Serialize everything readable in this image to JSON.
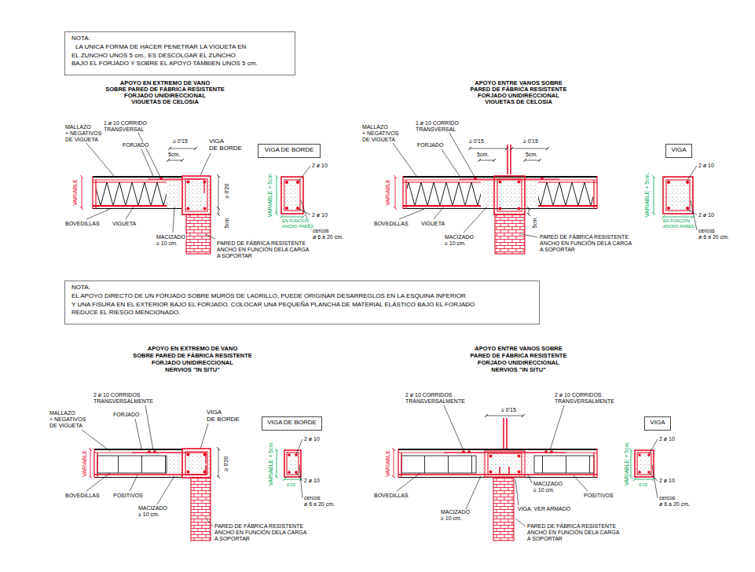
{
  "diagram": {
    "nodes": [
      {
        "text": [
          "NOTA:",
          "LA UNICA FORMA DE HACER PENETRAR LA VIGUETA EN",
          "EL ZUNCHO UNOS 5 cm., ES DESCOLGAR EL ZUNCHO",
          "BAJO EL FORJADO Y SOBRE EL APOYO TAMBIEN UNOS 5 cm."
        ]
      },
      {
        "text": [
          "VIGA DE BORDE"
        ]
      },
      {
        "text": [
          "VIGA"
        ]
      },
      {
        "text": [
          "NOTA:",
          "EL APOYO DIRECTO DE UN FORJADO SOBRE MUROS DE LADRILLO, PUEDE ORIGINAR DESARREGLOS EN LA ESQUINA INFERIOR",
          "Y UNA FISURA EN EL EXTERIOR BAJO EL FORJADO. COLOCAR UNA PEQUEÑA PLANCHA DE MATERIAL ELÁSTICO BAJO EL FORJADO",
          "REDUCE EL RIESGO MENCIONADO."
        ]
      },
      {
        "text": [
          "VIGA DE BORDE"
        ]
      },
      {
        "text": [
          "VIGA"
        ]
      }
    ],
    "labels": [
      "APOYO EN EXTREMO DE VANO",
      "SOBRE PARED DE FÁBRICA RESISTENTE",
      "FORJADO UNIDIRECCIONAL",
      "VIGUETAS DE CELOSIA",
      "MALLAZO",
      "+ NEGATIVOS",
      "DE VIGUETA",
      "1 ø 10 CORRIDO",
      "TRANSVERSAL",
      "FORJADO",
      "≥ 0'15",
      "5cm.",
      "VIGA",
      "DE BORDE",
      "≥ 0'20",
      "5cm.",
      "VARIABLE",
      "BOVEDILLAS",
      "VIGUETA",
      "MACIZADO",
      "≥ 10 cm.",
      "PARED DE FÁBRICA RESISTENTE",
      "ANCHO EN FUNCIÓN DELA CARGA",
      "A SOPORTAR",
      "2 ø 10",
      "2 ø 10",
      "VARIABLE + 5cm.",
      "EN FUNCION",
      "ANCHO PARED",
      "cercos",
      "ø 6 a 20 cm.",
      "APOYO ENTRE VANOS SOBRE",
      "PARED DE FÁBRICA RESISTENTE",
      "FORJADO UNIDIRECCIONAL",
      "VIGUETAS DE CELOSIA",
      "MALLAZO",
      "+ NEGATIVOS",
      "DE VIGUETA",
      "1 ø 10 CORRIDO",
      "TRANSVERSAL",
      "FORJADO",
      "≥ 0'15",
      "≥ 0'15",
      "5cm.",
      "5cm.",
      "VARIABLE",
      "BOVEDILLAS",
      "VIGUETA",
      "MACIZADO",
      "≥ 10 cm.",
      "5cm.",
      "PARED DE FÁBRICA RESISTENTE",
      "ANCHO EN FUNCIÓN DELA CARGA",
      "A SOPORTAR",
      "2 ø 10",
      "2 ø 10",
      "VARIABLE + 5cm.",
      "EN FUNCION",
      "ANCHO PARED",
      "cercos",
      "ø 6 a 20 cm.",
      "APOYO EN EXTREMO DE VANO",
      "SOBRE PARED DE FÁBRICA RESISTENTE",
      "FORJADO UNIDIRECCIONAL",
      "NERVIOS \"IN SITU\"",
      "2 ø 10 CORRIDOS",
      "TRANSVERSALMENTE",
      "MALLAZO",
      "+ NEGATIVOS",
      "DE VIGUETA",
      "FORJADO",
      "VIGA",
      "DE BORDE",
      "≥ 0'20",
      "VARIABLE",
      "BOVEDILLAS",
      "POSITIVOS",
      "MACIZADO",
      "≥ 10 cm.",
      "PARED DE FÁBRICA RESISTENTE",
      "ANCHO EN FUNCIÓN DELA CARGA",
      "A SOPORTAR",
      "2 ø 10",
      "2 ø 10",
      "VARIABLE + 5cm.",
      "0'20",
      "cercos",
      "ø 6 a 20 cm.",
      "APOYO ENTRE VANOS SOBRE",
      "PARED DE FÁBRICA RESISTENTE",
      "FORJADO UNIDIRECCIONAL",
      "NERVIOS \"IN SITU\"",
      "2 ø 10 CORRIDOS",
      "TRANSVERSALMENTE",
      "2 ø 10 CORRIDOS",
      "TRANSVERSALMENTE",
      "≥ 0'15",
      "VARIABLE",
      "BOVEDILLAS",
      "MACIZADO",
      "≥ 10 cm.",
      "POSITIVOS",
      "VIGA. VER ARMADO",
      "MACIZADO",
      "≥ 10 cm.",
      "PARED DE FÁBRICA RESISTENTE",
      "ANCHO EN FUNCIÓN DELA CARGA",
      "A SOPORTAR",
      "2 ø 10",
      "2 ø 10",
      "VARIABLE + 5cm.",
      "0'20",
      "cercos",
      "ø 6 a 20 cm."
    ]
  }
}
